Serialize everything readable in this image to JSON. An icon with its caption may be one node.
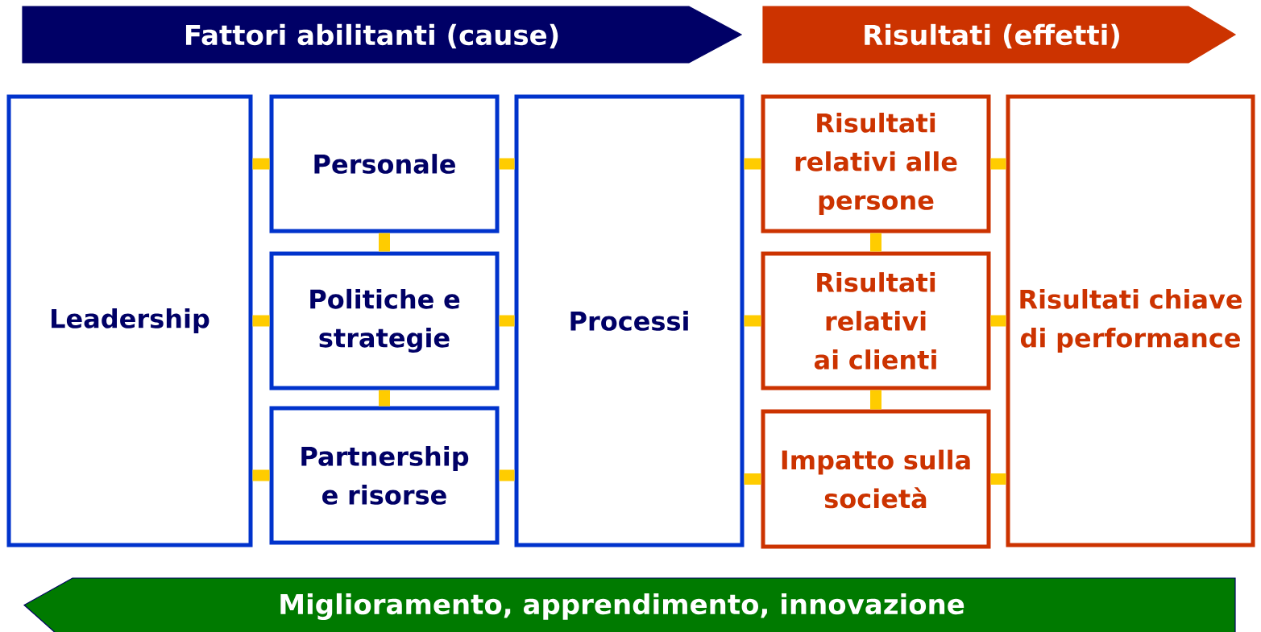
{
  "diagram": {
    "nodes": [
      {
        "text": [
          "Fattori abilitanti (cause)"
        ]
      },
      {
        "text": [
          "Risultati (effetti)"
        ]
      },
      {
        "text": [
          "Leadership"
        ]
      },
      {
        "text": [
          "Personale"
        ]
      },
      {
        "text": [
          "Politiche e strategie"
        ]
      },
      {
        "text": [
          "Partnership e risorse"
        ]
      },
      {
        "text": [
          "Processi"
        ]
      },
      {
        "text": [
          "Risultati relativi alle persone"
        ]
      },
      {
        "text": [
          "Risultati relativi ai clienti"
        ]
      },
      {
        "text": [
          "Impatto sulla società"
        ]
      },
      {
        "text": [
          "Risultati chiave di performance"
        ]
      },
      {
        "text": [
          "Miglioramento, apprendimento, innovazione"
        ]
      }
    ],
    "edges": [
      {
        "from": 2,
        "to": 3,
        "arrow": "none"
      },
      {
        "from": 2,
        "to": 4,
        "arrow": "none"
      },
      {
        "from": 2,
        "to": 5,
        "arrow": "none"
      },
      {
        "from": 3,
        "to": 4,
        "arrow": "none"
      },
      {
        "from": 4,
        "to": 5,
        "arrow": "none"
      },
      {
        "from": 3,
        "to": 6,
        "arrow": "none"
      },
      {
        "from": 4,
        "to": 6,
        "arrow": "none"
      },
      {
        "from": 5,
        "to": 6,
        "arrow": "none"
      },
      {
        "from": 6,
        "to": 7,
        "arrow": "none"
      },
      {
        "from": 6,
        "to": 8,
        "arrow": "none"
      },
      {
        "from": 6,
        "to": 9,
        "arrow": "none"
      },
      {
        "from": 7,
        "to": 8,
        "arrow": "none"
      },
      {
        "from": 8,
        "to": 9,
        "arrow": "none"
      },
      {
        "from": 7,
        "to": 10,
        "arrow": "none"
      },
      {
        "from": 8,
        "to": 10,
        "arrow": "none"
      },
      {
        "from": 9,
        "to": 10,
        "arrow": "none"
      }
    ]
  }
}
